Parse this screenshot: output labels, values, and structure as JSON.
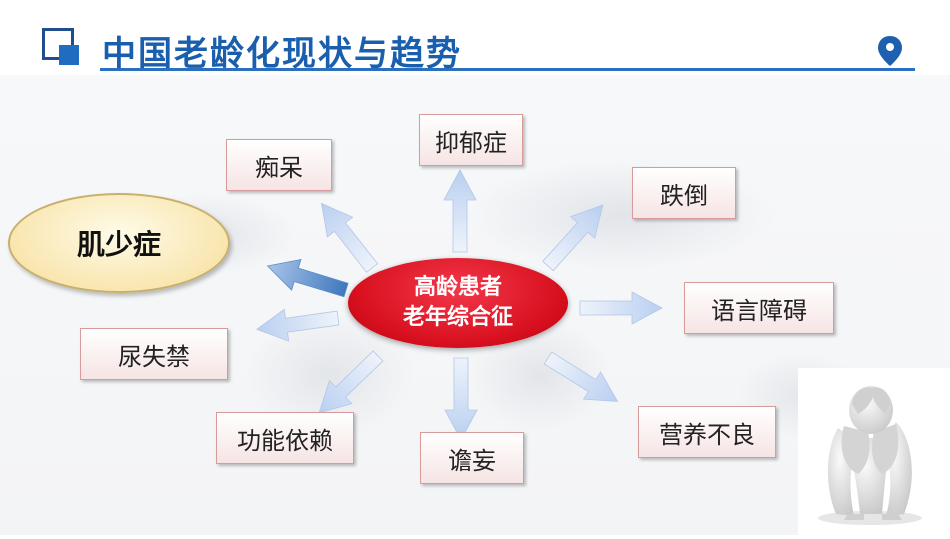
{
  "header": {
    "title": "中国老龄化现状与趋势"
  },
  "diagram": {
    "center": {
      "line1": "高龄患者",
      "line2": "老年综合征"
    },
    "highlight": "肌少症",
    "nodes": {
      "dementia": "痴呆",
      "depression": "抑郁症",
      "fall": "跌倒",
      "language": "语言障碍",
      "malnutrition": "营养不良",
      "delirium": "谵妄",
      "functional": "功能依赖",
      "incontinence": "尿失禁"
    }
  },
  "colors": {
    "brand": "#1a5fae",
    "center_red": "#d8101f",
    "arrow_light": "#c7d8f4",
    "arrow_dark": "#5a8cc8",
    "highlight_fill": "#f9e6b0",
    "box_border": "#d79b9b"
  },
  "icons": [
    "location-pin-icon",
    "header-square-icon",
    "sad-person-figure"
  ]
}
